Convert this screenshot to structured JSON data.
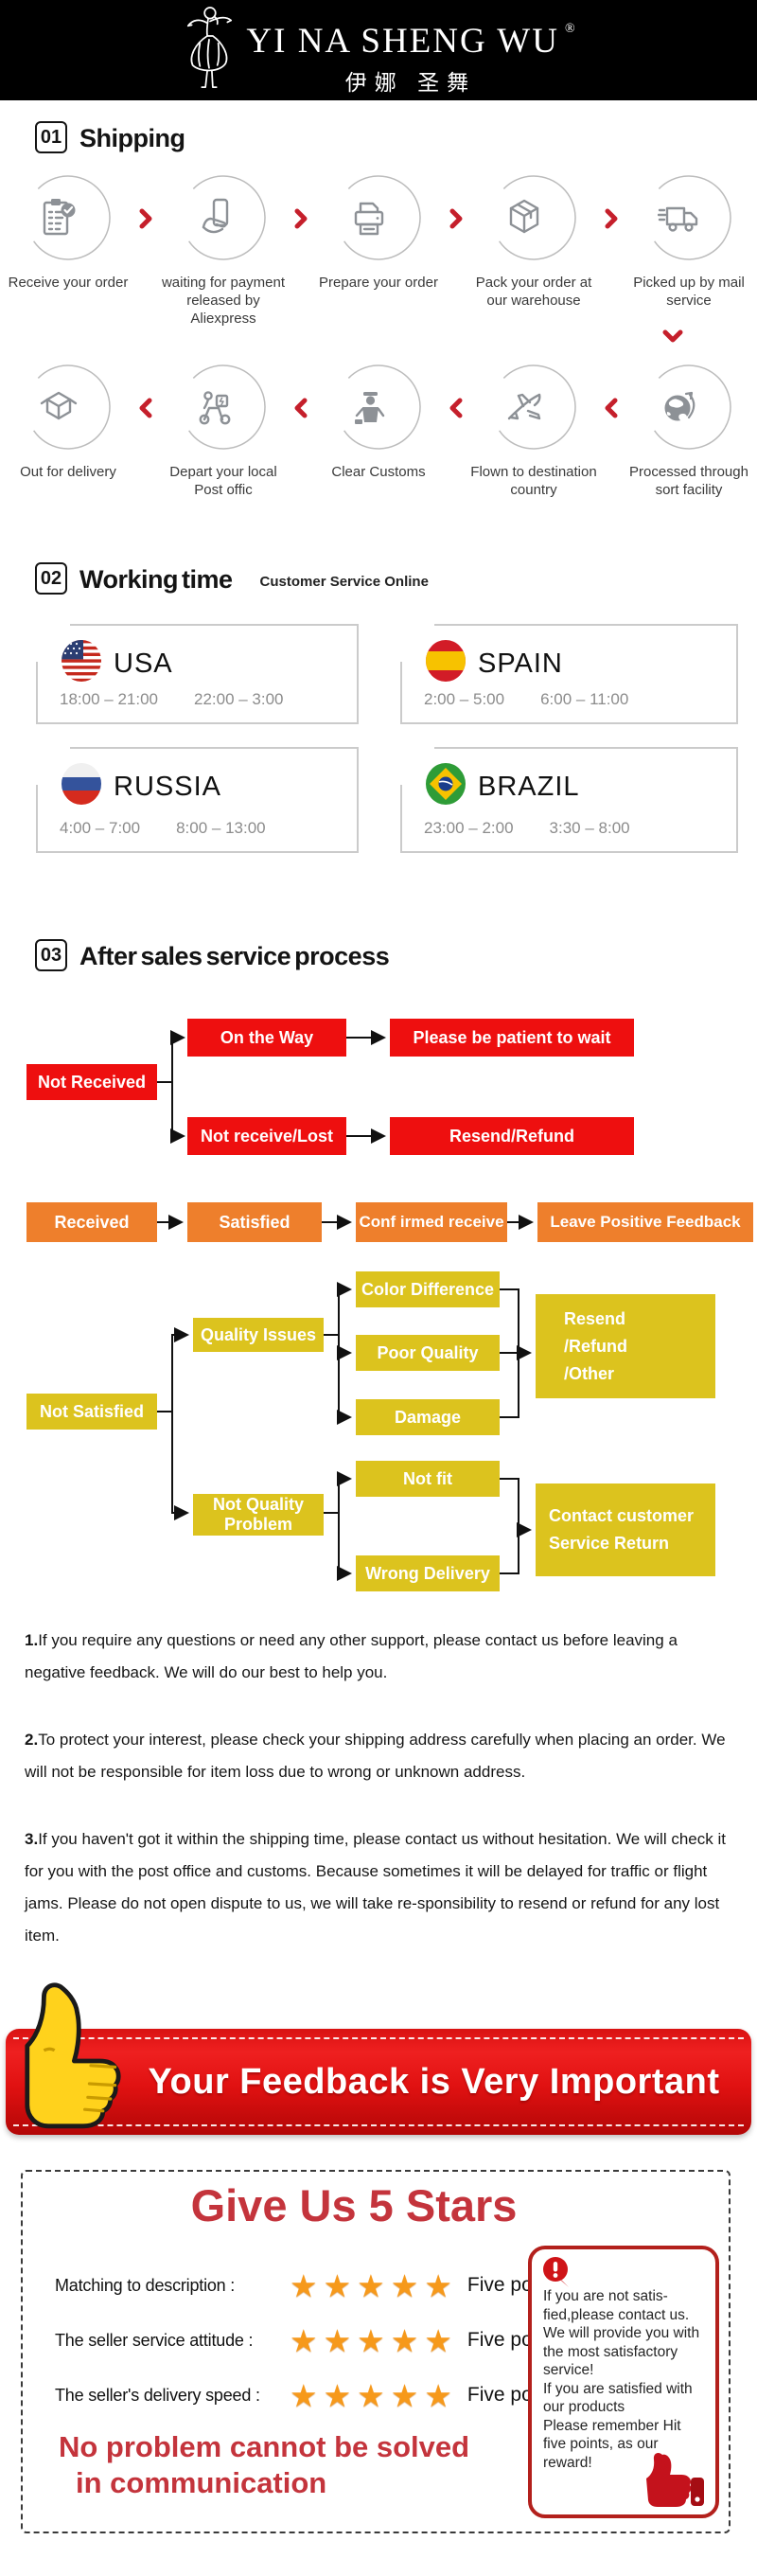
{
  "brand": {
    "name": "YI NA SHENG WU",
    "registered": "®",
    "chinese": "伊娜 圣舞"
  },
  "colors": {
    "red": "#ee0f0f",
    "orange": "#ee7f2c",
    "yellow": "#dcc31e",
    "chevron": "#c51f2b",
    "brand_red": "#c4343c",
    "note_border": "#b3201c",
    "banner_red": "#e01111"
  },
  "sections": {
    "shipping": {
      "num": "01",
      "title": "Shipping"
    },
    "working": {
      "num": "02",
      "title": "Working time",
      "subtitle": "Customer Service Online"
    },
    "service": {
      "num": "03",
      "title": "After sales service process"
    }
  },
  "shipping": {
    "row1": [
      {
        "icon": "clipboard-check-icon",
        "label": "Receive your order"
      },
      {
        "icon": "payment-card-icon",
        "label": "waiting for payment released by Aliexpress"
      },
      {
        "icon": "printer-icon",
        "label": "Prepare your order"
      },
      {
        "icon": "package-box-icon",
        "label": "Pack your order at our warehouse"
      },
      {
        "icon": "delivery-truck-icon",
        "label": "Picked up by mail service"
      }
    ],
    "row2": [
      {
        "icon": "open-box-icon",
        "label": "Out for delivery"
      },
      {
        "icon": "courier-scooter-icon",
        "label": "Depart your local Post offic"
      },
      {
        "icon": "customs-officer-icon",
        "label": "Clear Customs"
      },
      {
        "icon": "airplane-icon",
        "label": "Flown to destination country"
      },
      {
        "icon": "globe-icon",
        "label": "Processed through sort facility"
      }
    ]
  },
  "working": {
    "cards": [
      {
        "country": "USA",
        "flag": "usa-flag-icon",
        "times": [
          "18:00 – 21:00",
          "22:00 – 3:00"
        ]
      },
      {
        "country": "SPAIN",
        "flag": "spain-flag-icon",
        "times": [
          "2:00 – 5:00",
          "6:00 – 11:00"
        ]
      },
      {
        "country": "RUSSIA",
        "flag": "russia-flag-icon",
        "times": [
          "4:00 – 7:00",
          "8:00 – 13:00"
        ]
      },
      {
        "country": "BRAZIL",
        "flag": "brazil-flag-icon",
        "times": [
          "23:00 – 2:00",
          "3:30 – 8:00"
        ]
      }
    ]
  },
  "flow": {
    "not_received": "Not Received",
    "on_the_way": "On the Way",
    "please_wait": "Please be patient to wait",
    "not_receive_lost": "Not receive/Lost",
    "resend_refund": "Resend/Refund",
    "received": "Received",
    "satisfied": "Satisfied",
    "confirmed": "Conf irmed receive",
    "leave_feedback": "Leave Positive Feedback",
    "not_satisfied": "Not Satisfied",
    "quality_issues": "Quality Issues",
    "color_difference": "Color Difference",
    "poor_quality": "Poor Quality",
    "damage": "Damage",
    "resend_other": "Resend\n/Refund\n/Other",
    "not_quality": "Not Quality\nProblem",
    "not_fit": "Not fit",
    "wrong_delivery": "Wrong Delivery",
    "contact_customer": "Contact customer\nService Return"
  },
  "notes": [
    {
      "num": "1.",
      "text": "If you require any questions or need any other support, please contact us before leaving a negative feedback. We will do our best to help you."
    },
    {
      "num": "2.",
      "text": "To protect your interest, please check your shipping address carefully when placing an order. We will not be responsible for item loss due to wrong or unknown address."
    },
    {
      "num": "3.",
      "text": "If you haven't got it within the shipping time, please contact us without hesitation. We will check it for you with the post office and customs. Because sometimes it will be delayed for traffic or flight jams. Please do not open dispute to us, we will take re-sponsibility to resend or refund for any lost item."
    }
  ],
  "banner": {
    "text": "Your Feedback is Very Important"
  },
  "stars_section": {
    "heading": "Give Us 5 Stars",
    "rows": [
      {
        "label": "Matching to description :",
        "stars": "★★★★★",
        "points": "Five points"
      },
      {
        "label": "The seller service attitude :",
        "stars": "★★★★★",
        "points": "Five points"
      },
      {
        "label": "The seller's delivery speed :",
        "stars": "★★★★★",
        "points": "Five points"
      }
    ],
    "slogan_line1": "No problem cannot be solved",
    "slogan_line2": "in communication",
    "note_text": "If you are not satis-\nfied,please contact us.\nWe will provide you with\nthe most satisfactory\nservice!\nIf you are satisfied with\nour products\nPlease remember Hit\nfive points, as our\nreward!"
  }
}
